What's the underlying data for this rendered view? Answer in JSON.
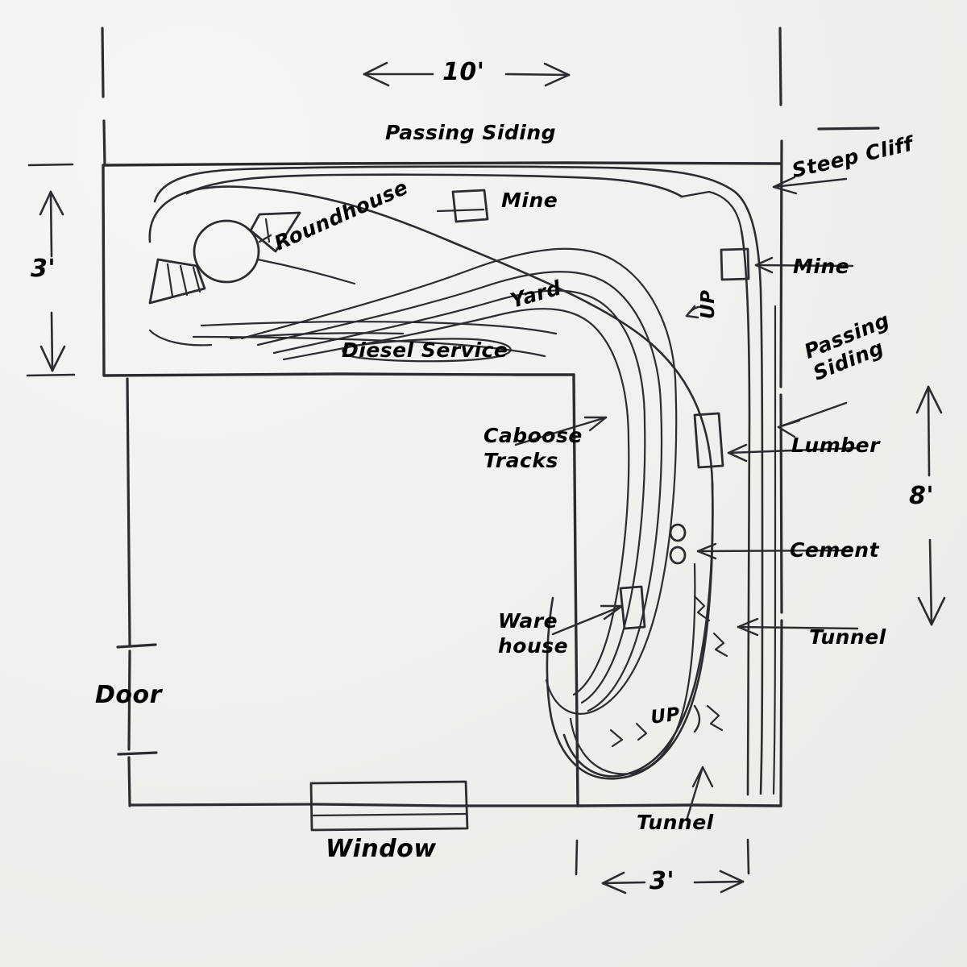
{
  "diagram": {
    "title": "Model Railroad Track Plan Sketch",
    "medium": "hand-drawn pencil sketch on white paper",
    "shape": "L-shaped benchwork in a room corner"
  },
  "dimensions": {
    "top_width": "10'",
    "left_depth": "3'",
    "right_height": "8'",
    "bottom_width": "3'"
  },
  "room_features": {
    "door_label": "Door",
    "window_label": "Window"
  },
  "labels": {
    "passing_siding_top": "Passing Siding",
    "passing_siding_right": "Passing Siding",
    "steep_cliff": "Steep Cliff",
    "mine_top": "Mine",
    "mine_right": "Mine",
    "roundhouse": "Roundhouse",
    "yard": "Yard",
    "diesel_service": "Diesel Service",
    "caboose_tracks_l1": "Caboose",
    "caboose_tracks_l2": "Tracks",
    "lumber": "Lumber",
    "cement": "Cement",
    "warehouse_l1": "Ware",
    "warehouse_l2": "house",
    "tunnel_right": "Tunnel",
    "tunnel_bottom": "Tunnel",
    "grade_up_right": "UP",
    "grade_up_bottom": "UP"
  },
  "colors": {
    "paper": "#f2f1ef",
    "ink": "#2b2b30"
  }
}
